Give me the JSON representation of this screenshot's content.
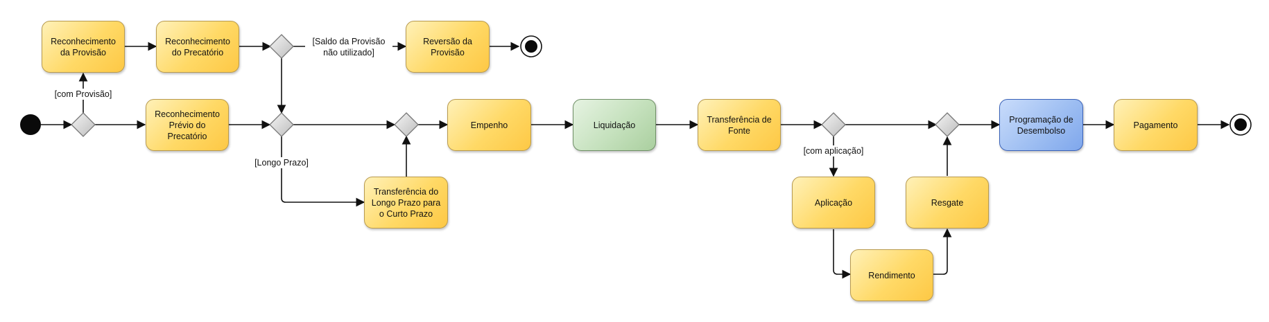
{
  "nodes": {
    "reconhecimento_provisao": "Reconhecimento\nda Provisão",
    "reconhecimento_precatorio": "Reconhecimento\ndo Precatório",
    "reversao_provisao": "Reversão da\nProvisão",
    "reconhecimento_previo": "Reconhecimento\nPrévio do\nPrecatório",
    "transferencia_longo_curto": "Transferência do\nLongo Prazo para\no Curto Prazo",
    "empenho": "Empenho",
    "liquidacao": "Liquidação",
    "transferencia_fonte": "Transferência de\nFonte",
    "aplicacao": "Aplicação",
    "rendimento": "Rendimento",
    "resgate": "Resgate",
    "programacao_desembolso": "Programação de\nDesembolso",
    "pagamento": "Pagamento"
  },
  "guards": {
    "com_provisao": "[com Provisão]",
    "saldo_provisao": "[Saldo da Provisão\nnão utilizado]",
    "longo_prazo": "[Longo Prazo]",
    "com_aplicacao": "[com aplicação]"
  },
  "colors": {
    "action": "#ffd966",
    "liquidacao": "#c5e1bd",
    "programacao": "#9fbff2",
    "line": "#111111",
    "decision": "#d9d9d9"
  }
}
